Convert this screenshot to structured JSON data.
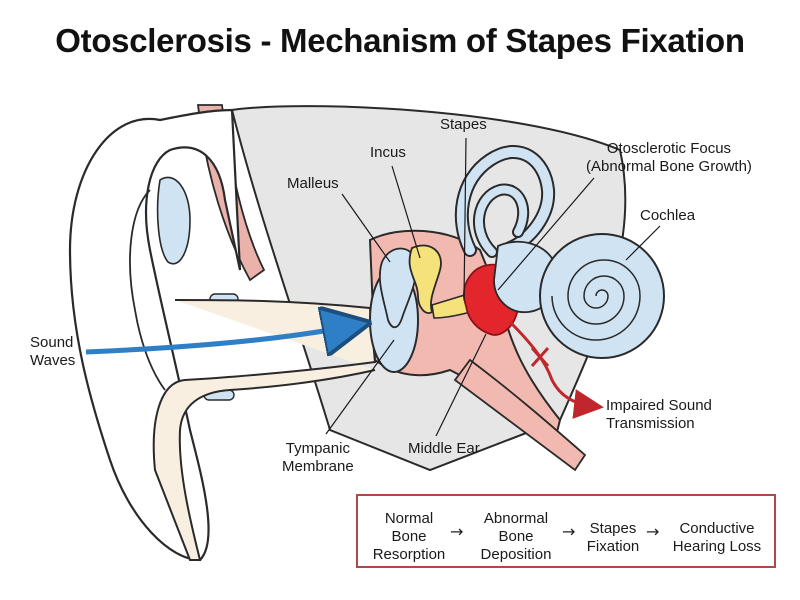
{
  "title": "Otosclerosis - Mechanism of Stapes Fixation",
  "labels": {
    "stapes": "Stapes",
    "incus": "Incus",
    "malleus": "Malleus",
    "otosclerotic_focus_1": "Otosclerotic Focus",
    "otosclerotic_focus_2": "(Abnormal Bone Growth)",
    "cochlea": "Cochlea",
    "sound_waves_1": "Sound",
    "sound_waves_2": "Waves",
    "tympanic_1": "Tympanic",
    "tympanic_2": "Membrane",
    "middle_ear": "Middle Ear",
    "impaired_1": "Impaired Sound",
    "impaired_2": "Transmission"
  },
  "flow": {
    "steps": [
      [
        "Normal",
        "Bone",
        "Resorption"
      ],
      [
        "Abnormal",
        "Bone",
        "Deposition"
      ],
      [
        "Stapes",
        "Fixation"
      ],
      [
        "Conductive",
        "Hearing Loss"
      ]
    ],
    "arrow_glyph": "→"
  },
  "colors": {
    "bone_blue": "#cfe3f3",
    "outline": "#2a2a2a",
    "canal": "#f3e7d3",
    "middle_ear": "#f2b9b1",
    "ossicle_yellow": "#f6e27a",
    "lesion_red": "#e3262b",
    "arrow_blue": "#2f7fc6",
    "arrow_red": "#c0262b",
    "grey_fill": "#e6e6e6"
  }
}
